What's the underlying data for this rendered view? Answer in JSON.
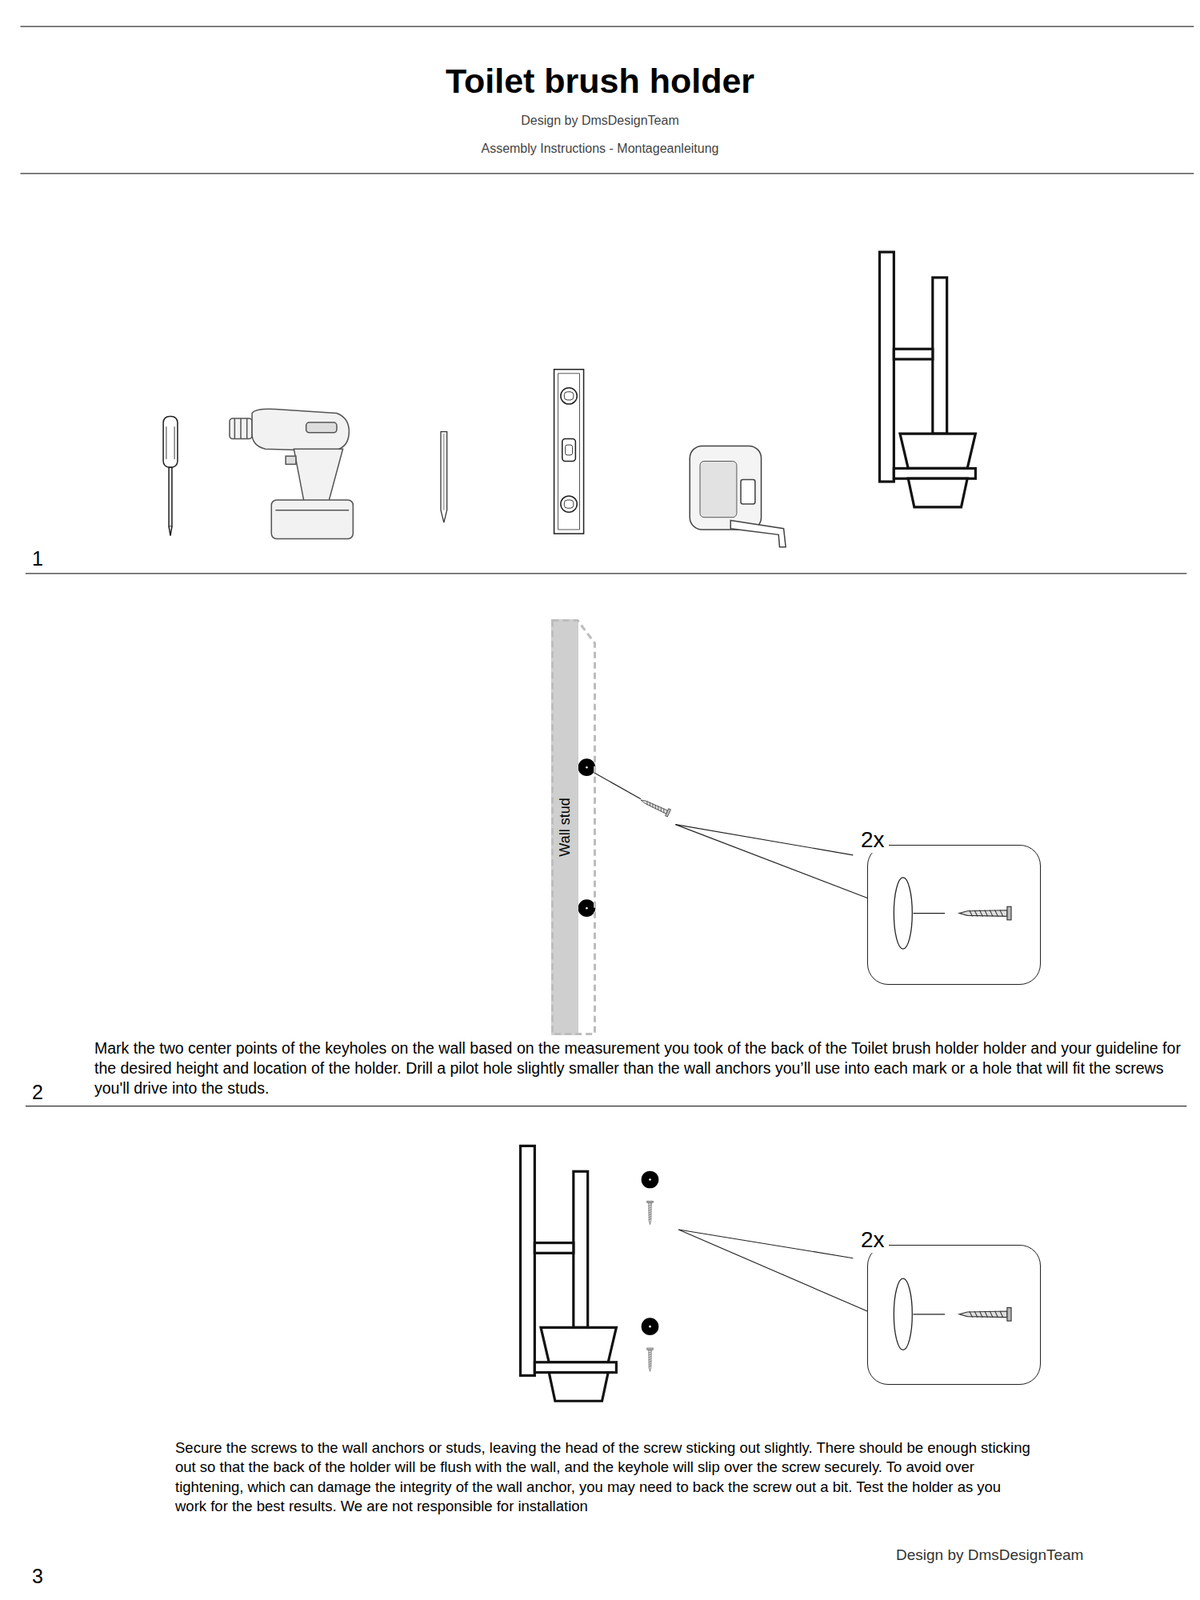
{
  "diagram": {
    "title": "Toilet brush holder",
    "nodes": [
      {
        "text": [
          "Wall stud"
        ]
      },
      {
        "text": [
          "2x"
        ]
      },
      {
        "text": [
          "2x"
        ]
      }
    ],
    "labels": [
      "Design by DmsDesignTeam",
      "Assembly Instructions - Montageanleitung",
      "1",
      "Mark the two center points of the keyholes on the wall based on the measurement you took of the back of the Toilet brush holder holder and your guideline for the desired height and location of the holder. Drill a pilot hole slightly smaller than the wall anchors you’ll use into each mark or a hole that will fit the screws you'll drive into the studs.",
      "2",
      "Secure the screws to the wall anchors or studs, leaving the head of the screw sticking out slightly. There should be enough sticking out so that the back of the holder will be flush with the wall, and the keyhole will slip over the screw securely. To avoid over tightening, which can damage the integrity of the wall anchor, you may need to back the screw out a bit. Test the holder as you work for the best results. We are not responsible for installation",
      "Design by DmsDesignTeam",
      "3"
    ]
  }
}
